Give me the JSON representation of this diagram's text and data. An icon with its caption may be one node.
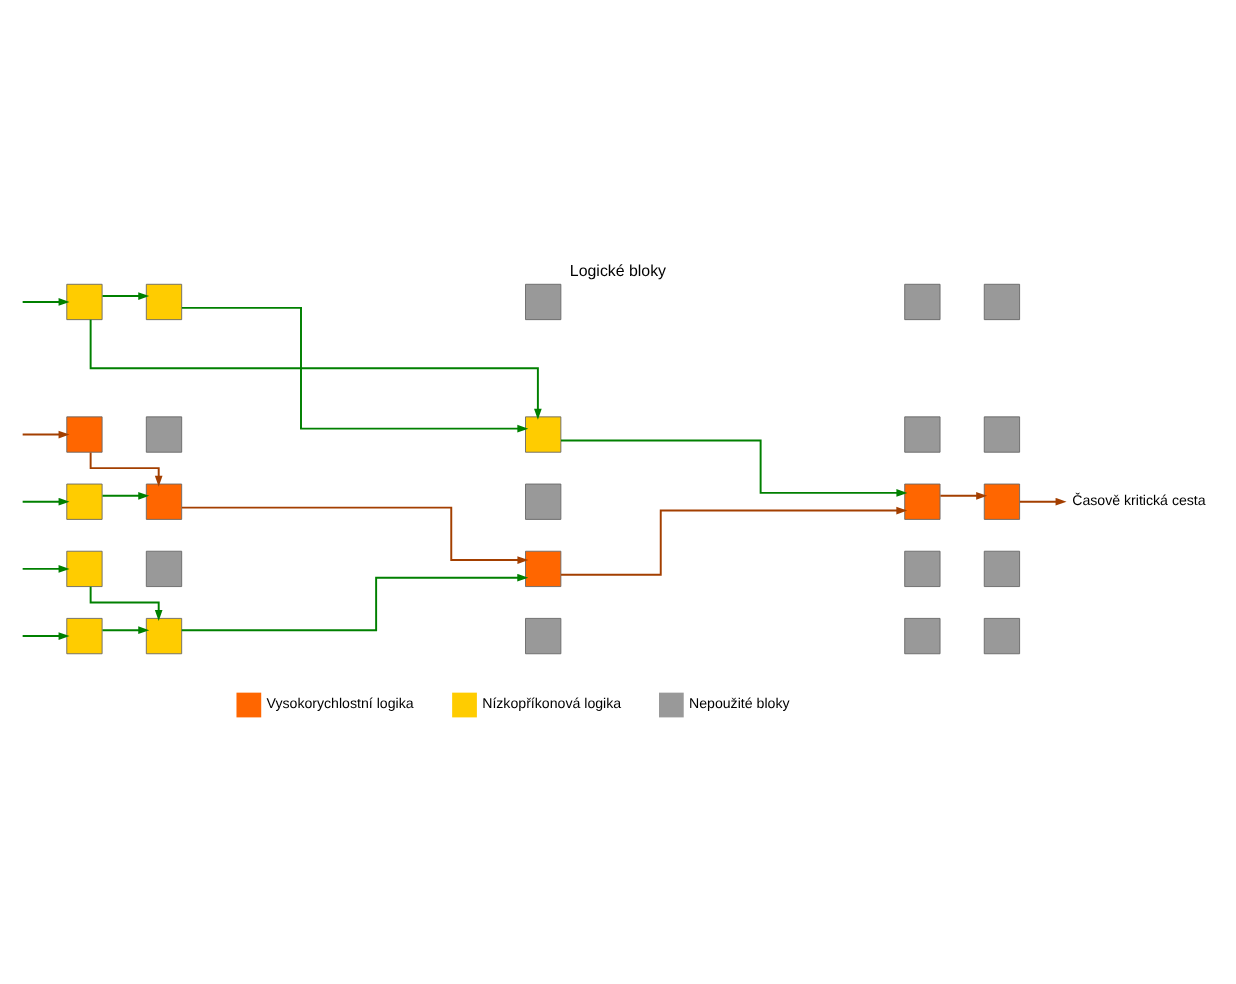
{
  "diagram": {
    "title": "Logické bloky",
    "nodes": [
      {
        "text": [],
        "shape": "box"
      },
      {
        "text": [],
        "shape": "box"
      },
      {
        "text": [],
        "shape": "box"
      },
      {
        "text": [],
        "shape": "box"
      },
      {
        "text": [],
        "shape": "box"
      },
      {
        "text": [],
        "shape": "box"
      },
      {
        "text": [],
        "shape": "box"
      },
      {
        "text": [],
        "shape": "box"
      },
      {
        "text": [],
        "shape": "box"
      },
      {
        "text": [],
        "shape": "box"
      },
      {
        "text": [],
        "shape": "box"
      },
      {
        "text": [],
        "shape": "box"
      },
      {
        "text": [],
        "shape": "box"
      },
      {
        "text": [],
        "shape": "box"
      },
      {
        "text": [],
        "shape": "box"
      },
      {
        "text": [],
        "shape": "box"
      },
      {
        "text": [],
        "shape": "box"
      },
      {
        "text": [],
        "shape": "box"
      },
      {
        "text": [],
        "shape": "box"
      },
      {
        "text": [],
        "shape": "box"
      },
      {
        "text": [],
        "shape": "box"
      },
      {
        "text": [],
        "shape": "box"
      },
      {
        "text": [],
        "shape": "box"
      },
      {
        "text": [],
        "shape": "box"
      },
      {
        "text": [],
        "shape": "box"
      },
      {
        "text": [
          "Časově kritická cesta"
        ]
      }
    ],
    "edges": [
      {
        "from": null,
        "to": 0,
        "arrow": "to"
      },
      {
        "from": 0,
        "to": 1,
        "arrow": "to"
      },
      {
        "from": 0,
        "to": 7,
        "arrow": "to"
      },
      {
        "from": 1,
        "to": 7,
        "arrow": "to"
      },
      {
        "from": null,
        "to": 5,
        "arrow": "to",
        "color": "#a33f00"
      },
      {
        "from": 5,
        "to": 11,
        "arrow": "to",
        "color": "#a33f00"
      },
      {
        "from": 7,
        "to": 13,
        "arrow": "to"
      },
      {
        "from": null,
        "to": 10,
        "arrow": "to"
      },
      {
        "from": 10,
        "to": 11,
        "arrow": "to"
      },
      {
        "from": 11,
        "to": 17,
        "arrow": "to",
        "color": "#a33f00"
      },
      {
        "from": 17,
        "to": 13,
        "arrow": "to",
        "color": "#a33f00"
      },
      {
        "from": 13,
        "to": 14,
        "arrow": "to",
        "color": "#a33f00"
      },
      {
        "from": 14,
        "to": 25,
        "arrow": "to",
        "color": "#a33f00"
      },
      {
        "from": null,
        "to": 15,
        "arrow": "to"
      },
      {
        "from": 15,
        "to": 21,
        "arrow": "to"
      },
      {
        "from": null,
        "to": 20,
        "arrow": "to"
      },
      {
        "from": 20,
        "to": 21,
        "arrow": "to"
      },
      {
        "from": 21,
        "to": 17,
        "arrow": "to"
      }
    ],
    "legend": [
      {
        "text": "Vysokorychlostní logika",
        "color": "#ff6600"
      },
      {
        "text": "Nízkopříkonová logika",
        "color": "#ffcc00"
      },
      {
        "text": "Nepoužité bloky",
        "color": "#999999"
      }
    ]
  }
}
